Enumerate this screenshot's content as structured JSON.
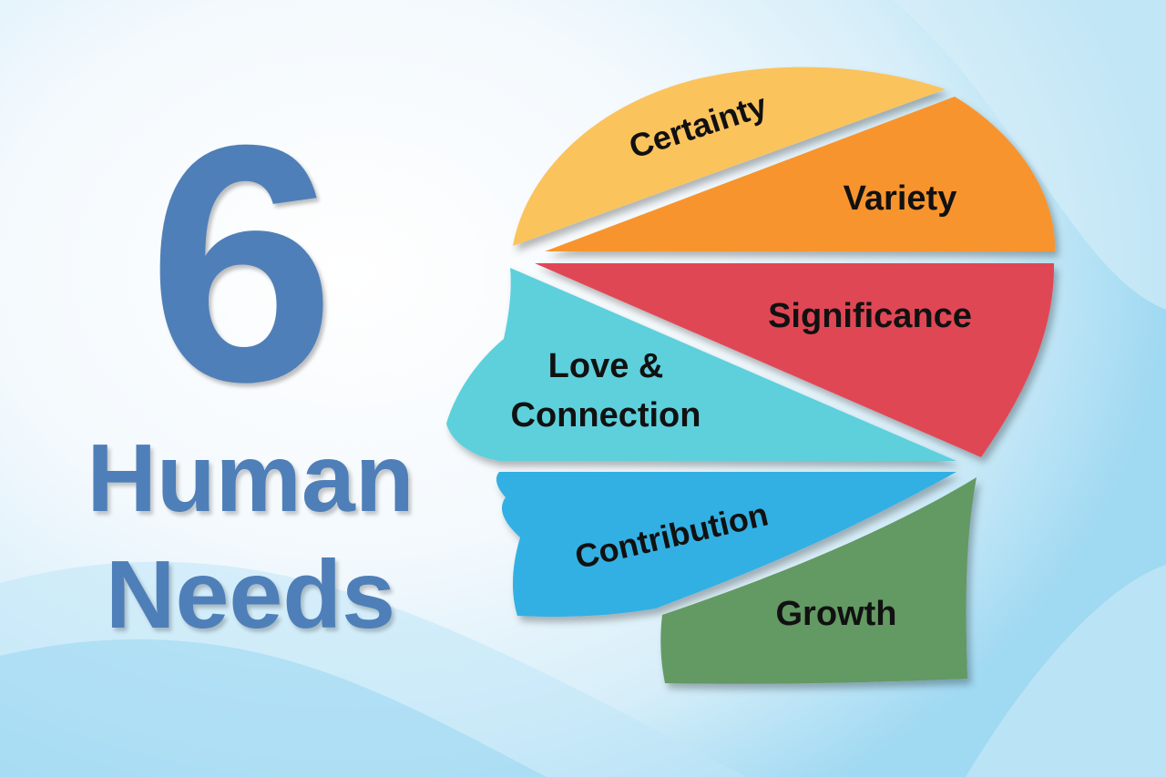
{
  "title": {
    "number": "6",
    "line1": "Human",
    "line2": "Needs"
  },
  "segments": [
    {
      "id": "certainty",
      "label": "Certainty",
      "color": "#fbc35b"
    },
    {
      "id": "variety",
      "label": "Variety",
      "color": "#f8942d"
    },
    {
      "id": "significance",
      "label": "Significance",
      "color": "#e04754"
    },
    {
      "id": "love",
      "label_line1": "Love &",
      "label_line2": "Connection",
      "color": "#5dd0dc"
    },
    {
      "id": "contribution",
      "label": "Contribution",
      "color": "#33b0e3"
    },
    {
      "id": "growth",
      "label": "Growth",
      "color": "#639963"
    }
  ],
  "colors": {
    "title_blue": "#4f7fb8"
  }
}
